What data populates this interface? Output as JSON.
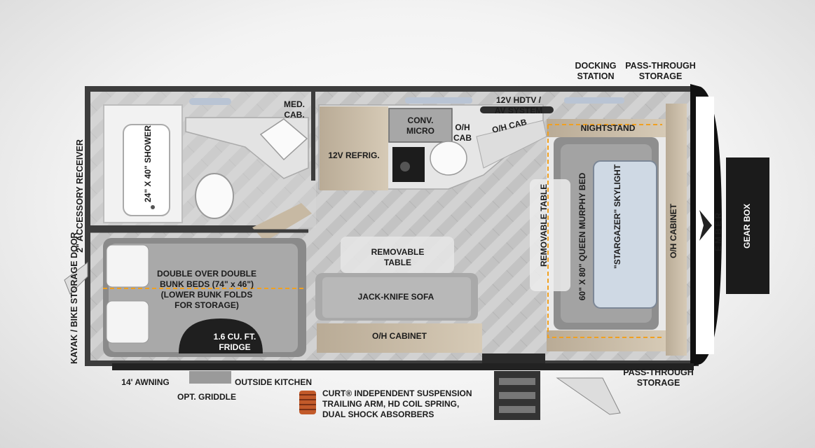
{
  "labels": {
    "docking_station": "DOCKING\nSTATION",
    "pass_through_top": "PASS-THROUGH\nSTORAGE",
    "pass_through_bottom": "PASS-THROUGH\nSTORAGE",
    "med_cab": "MED.\nCAB.",
    "hdtv": "12V HDTV /\nAV SYSTEM",
    "conv_micro": "CONV.\nMICRO",
    "oh_cab_a": "O/H\nCAB",
    "oh_cab_b": "O/H CAB",
    "refrig": "12V REFRIG.",
    "nightstand": "NIGHTSTAND",
    "shower": "24\" X 40\"\nSHOWER",
    "accessory_receiver": "2\" ACCESSORY RECEIVER",
    "kayak_door": "KAYAK / BIKE\nSTORAGE DOOR",
    "removable_table_center": "REMOVABLE\nTABLE",
    "bunk_beds": "DOUBLE OVER DOUBLE\nBUNK BEDS (74\" x 46\")\n(LOWER BUNK FOLDS\nFOR STORAGE)",
    "fridge": "1.6 CU. FT.\nFRIDGE",
    "sofa": "JACK-KNIFE SOFA",
    "oh_cabinet_bottom": "O/H CABINET",
    "removable_table_side": "REMOVABLE\nTABLE",
    "murphy_bed": "60\" X 80\" QUEEN MURPHY BED",
    "skylight": "\"STARGAZER\"\nSKYLIGHT",
    "oh_cabinet_right": "O/H CABINET",
    "gear_box": "GEAR BOX",
    "brand": "EMBER",
    "awning": "14' AWNING",
    "outside_kitchen": "OUTSIDE KITCHEN",
    "griddle": "OPT. GRIDDLE",
    "suspension": "CURT® INDEPENDENT SUSPENSION\nTRAILING ARM, HD COIL SPRING,\nDUAL SHOCK ABSORBERS"
  },
  "colors": {
    "wall": "#3d3d3d",
    "floor": "#c9c9c9",
    "wood": "#c7b9a3",
    "counter": "#e6e6e6",
    "accent_dash": "#f0a020",
    "glass": "#b9c4d4",
    "spring": "#c25a2a"
  }
}
